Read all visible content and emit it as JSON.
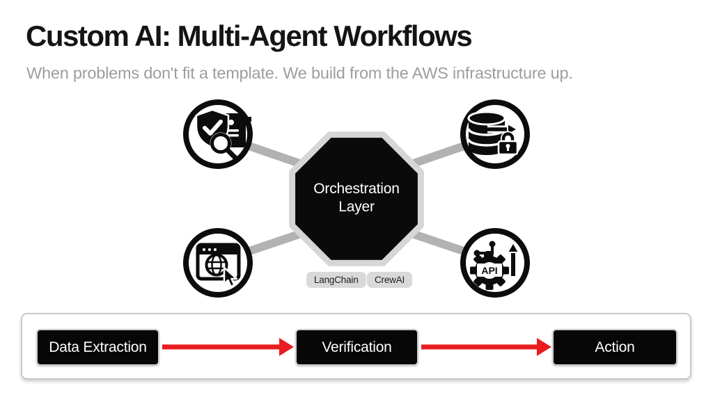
{
  "slide": {
    "title": "Custom AI: Multi-Agent Workflows",
    "subtitle": "When problems don't fit a template. We build from the AWS infrastructure up."
  },
  "diagram": {
    "hub": {
      "line1": "Orchestration",
      "line2": "Layer"
    },
    "frameworks": [
      {
        "label": "LangChain"
      },
      {
        "label": "CrewAI"
      }
    ],
    "nodes": [
      {
        "icon": "shield-check-document-magnifier-icon",
        "position": "top-left"
      },
      {
        "icon": "secure-database-arrow-lock-icon",
        "position": "top-right"
      },
      {
        "icon": "web-browser-globe-cursor-icon",
        "position": "bottom-left"
      },
      {
        "icon": "api-gear-circuit-arrow-icon",
        "position": "bottom-right"
      }
    ]
  },
  "flow": {
    "steps": [
      {
        "label": "Data Extraction"
      },
      {
        "label": "Verification"
      },
      {
        "label": "Action"
      }
    ]
  },
  "colors": {
    "node_black": "#0b0b0b",
    "connector_gray": "#b2b2b2",
    "octagon_border": "#d6d6d6",
    "chip_bg": "#d9d9d9",
    "flow_arrow_red": "#e91d1f",
    "bar_border_gray": "#c9c9c9",
    "subtitle_gray": "#9d9d9d"
  }
}
